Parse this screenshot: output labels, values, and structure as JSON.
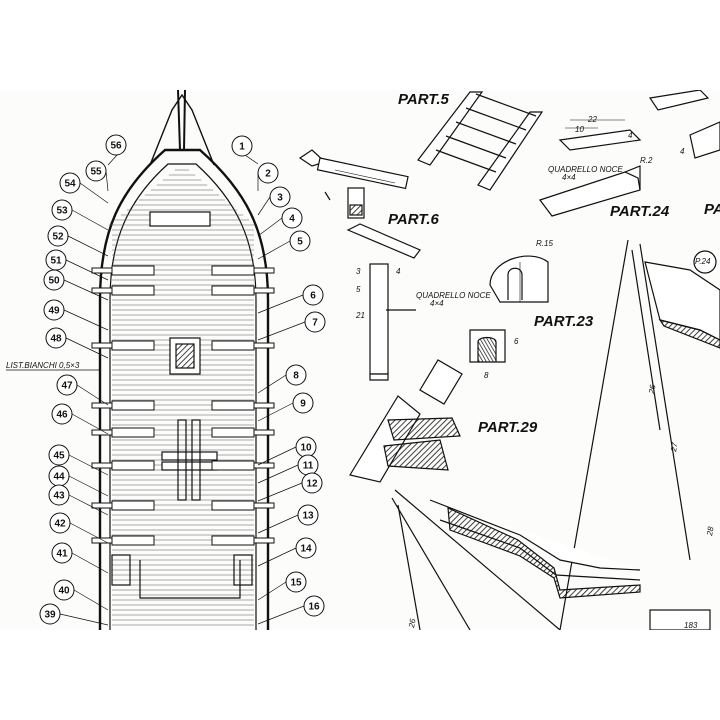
{
  "hull": {
    "list_note": "LIST.BIANCHI 0,5×3"
  },
  "callouts_left": [
    "56",
    "55",
    "54",
    "53",
    "52",
    "51",
    "50",
    "49",
    "48",
    "47",
    "46",
    "45",
    "44",
    "43",
    "42",
    "41",
    "40",
    "39"
  ],
  "callouts_right": [
    "1",
    "2",
    "3",
    "4",
    "5",
    "6",
    "7",
    "8",
    "9",
    "10",
    "11",
    "12",
    "13",
    "14",
    "15",
    "16"
  ],
  "parts": {
    "part5": "PART.5",
    "part6": "PART.6",
    "part24": "PART.24",
    "part23": "PART.23",
    "part29": "PART.29",
    "part_partial": "PA"
  },
  "notes": {
    "quadrello_noce_1": "QUADRELLO NOCE",
    "quadrello_noce_1_size": "4×4",
    "quadrello_noce_2": "QUADRELLO NOCE",
    "quadrello_noce_2_size": "4×4"
  },
  "dimensions": {
    "d22": "22",
    "d10": "10",
    "d4a": "4",
    "d4b": "4",
    "r2": "R.2",
    "r15": "R.15",
    "d6": "6",
    "d8": "8",
    "d3": "3",
    "d5": "5",
    "d21": "21",
    "d4c": "4"
  },
  "rigging": {
    "p24": "P.24",
    "n26": "26",
    "n27": "27",
    "n26b": "26",
    "n183": "183",
    "n28": "28"
  }
}
